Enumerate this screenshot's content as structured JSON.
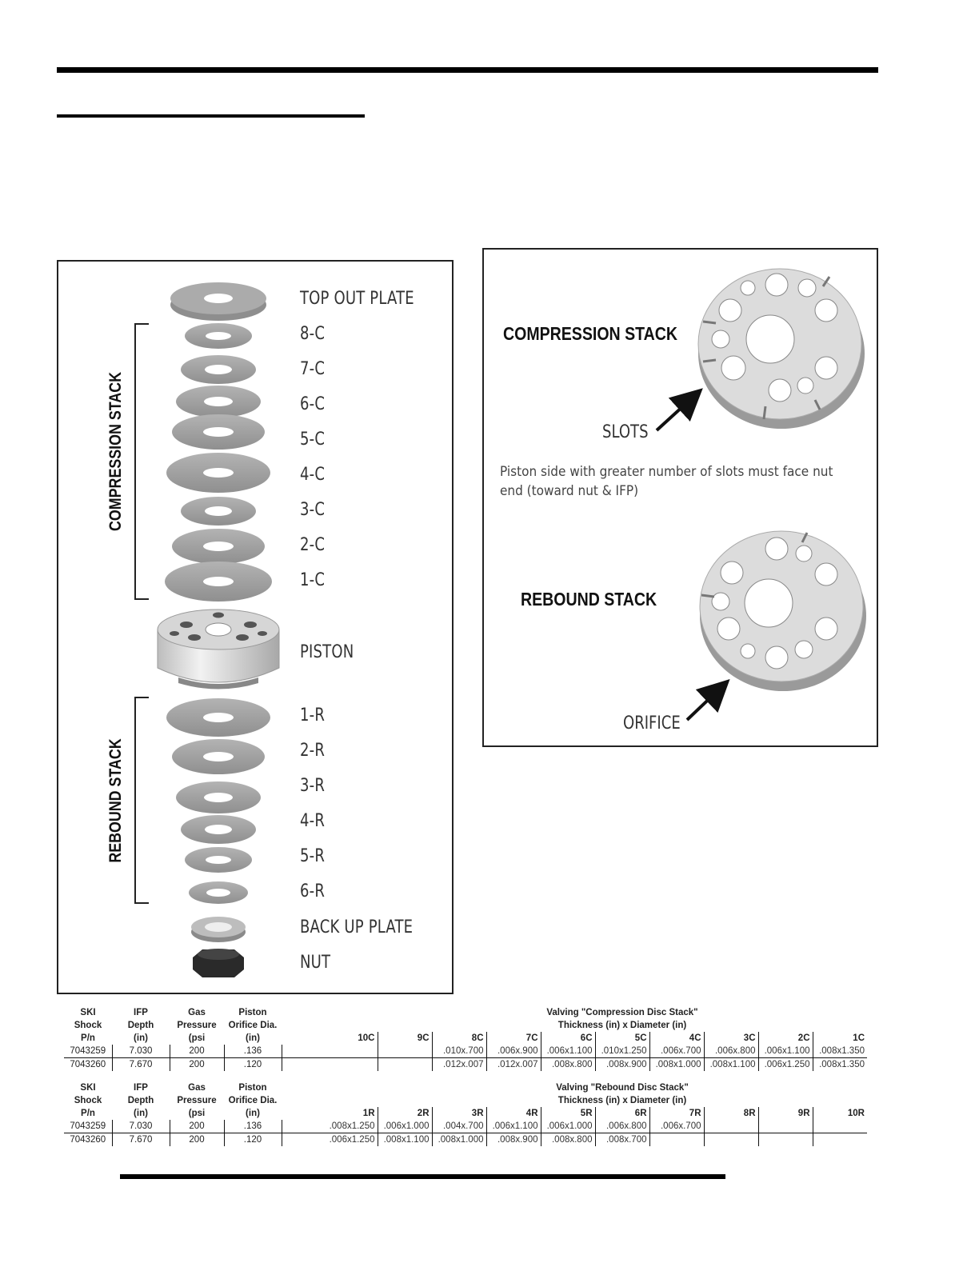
{
  "left_panel": {
    "parts": [
      {
        "key": "top",
        "label": "TOP OUT PLATE"
      },
      {
        "key": "c8",
        "label": "8-C"
      },
      {
        "key": "c7",
        "label": "7-C"
      },
      {
        "key": "c6",
        "label": "6-C"
      },
      {
        "key": "c5",
        "label": "5-C"
      },
      {
        "key": "c4",
        "label": "4-C"
      },
      {
        "key": "c3",
        "label": "3-C"
      },
      {
        "key": "c2",
        "label": "2-C"
      },
      {
        "key": "c1",
        "label": "1-C"
      },
      {
        "key": "piston",
        "label": "PISTON"
      },
      {
        "key": "r1",
        "label": "1-R"
      },
      {
        "key": "r2",
        "label": "2-R"
      },
      {
        "key": "r3",
        "label": "3-R"
      },
      {
        "key": "r4",
        "label": "4-R"
      },
      {
        "key": "r5",
        "label": "5-R"
      },
      {
        "key": "r6",
        "label": "6-R"
      },
      {
        "key": "backup",
        "label": "BACK UP PLATE"
      },
      {
        "key": "nut",
        "label": "NUT"
      }
    ],
    "compression_label": "COMPRESSION STACK",
    "rebound_label": "REBOUND STACK"
  },
  "right_panel": {
    "compression_heading": "COMPRESSION STACK",
    "slots_label": "SLOTS",
    "note": "Piston side with greater number of slots must face nut end (toward nut & IFP)",
    "rebound_heading": "REBOUND STACK",
    "orifice_label": "ORIFICE"
  },
  "compression_table": {
    "headers": {
      "ski": [
        "SKI",
        "Shock",
        "P/n"
      ],
      "ifp": [
        "IFP",
        "Depth",
        "(in)"
      ],
      "gas": [
        "Gas",
        "Pressure",
        "(psi"
      ],
      "piston": [
        "Piston",
        "Orifice Dia.",
        "(in)"
      ],
      "title": "Valving \"Compression Disc Stack\"",
      "subtitle": "Thickness (in) x Diameter (in)",
      "columns": [
        "10C",
        "9C",
        "8C",
        "7C",
        "6C",
        "5C",
        "4C",
        "3C",
        "2C",
        "1C"
      ]
    },
    "rows": [
      {
        "pn": "7043259",
        "ifp": "7.030",
        "gas": "200",
        "orifice": ".136",
        "cells": [
          "",
          "",
          ".010x.700",
          ".006x.900",
          ".006x1.100",
          ".010x1.250",
          ".006x.700",
          ".006x.800",
          ".006x1.100",
          ".008x1.350"
        ]
      },
      {
        "pn": "7043260",
        "ifp": "7.670",
        "gas": "200",
        "orifice": ".120",
        "cells": [
          "",
          "",
          ".012x.007",
          ".012x.007",
          ".008x.800",
          ".008x.900",
          ".008x1.000",
          ".008x1.100",
          ".006x1.250",
          ".008x1.350"
        ]
      }
    ]
  },
  "rebound_table": {
    "headers": {
      "ski": [
        "SKI",
        "Shock",
        "P/n"
      ],
      "ifp": [
        "IFP",
        "Depth",
        "(in)"
      ],
      "gas": [
        "Gas",
        "Pressure",
        "(psi"
      ],
      "piston": [
        "Piston",
        "Orifice Dia.",
        "(in)"
      ],
      "title": "Valving \"Rebound Disc Stack\"",
      "subtitle": "Thickness (in) x Diameter (in)",
      "columns": [
        "1R",
        "2R",
        "3R",
        "4R",
        "5R",
        "6R",
        "7R",
        "8R",
        "9R",
        "10R"
      ]
    },
    "rows": [
      {
        "pn": "7043259",
        "ifp": "7.030",
        "gas": "200",
        "orifice": ".136",
        "cells": [
          ".008x1.250",
          ".006x1.000",
          ".004x.700",
          ".006x1.100",
          ".006x1.000",
          ".006x.800",
          ".006x.700",
          "",
          "",
          ""
        ]
      },
      {
        "pn": "7043260",
        "ifp": "7.670",
        "gas": "200",
        "orifice": ".120",
        "cells": [
          ".006x1.250",
          ".008x1.100",
          ".008x1.000",
          ".008x.900",
          ".008x.800",
          ".008x.700",
          "",
          "",
          "",
          ""
        ]
      }
    ]
  }
}
